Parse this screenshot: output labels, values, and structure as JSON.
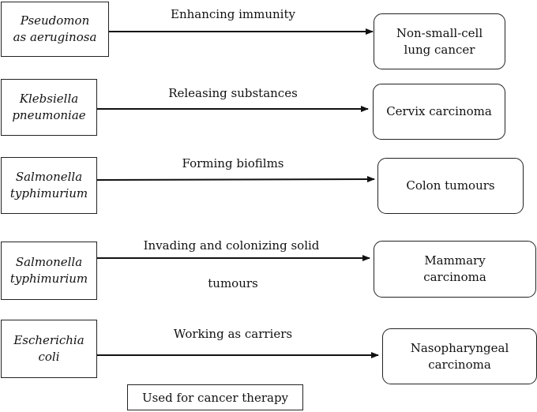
{
  "rows": [
    {
      "bacterium": [
        "Pseudomon",
        "as aeruginosa"
      ],
      "mechanism": [
        "Enhancing immunity"
      ],
      "cancer": [
        "Non-small-cell",
        "lung cancer"
      ]
    },
    {
      "bacterium": [
        "Klebsiella",
        "pneumoniae"
      ],
      "mechanism": [
        "Releasing substances"
      ],
      "cancer": [
        "Cervix carcinoma"
      ]
    },
    {
      "bacterium": [
        "Salmonella",
        "typhimurium"
      ],
      "mechanism": [
        "Forming biofilms"
      ],
      "cancer": [
        "Colon tumours"
      ]
    },
    {
      "bacterium": [
        "Salmonella",
        "typhimurium"
      ],
      "mechanism": [
        "Invading and colonizing solid",
        "tumours"
      ],
      "cancer": [
        "Mammary",
        "carcinoma"
      ]
    },
    {
      "bacterium": [
        "Escherichia",
        "coli"
      ],
      "mechanism": [
        "Working as carriers"
      ],
      "cancer": [
        "Nasopharyngeal",
        "carcinoma"
      ]
    }
  ],
  "caption": "Used for cancer therapy"
}
